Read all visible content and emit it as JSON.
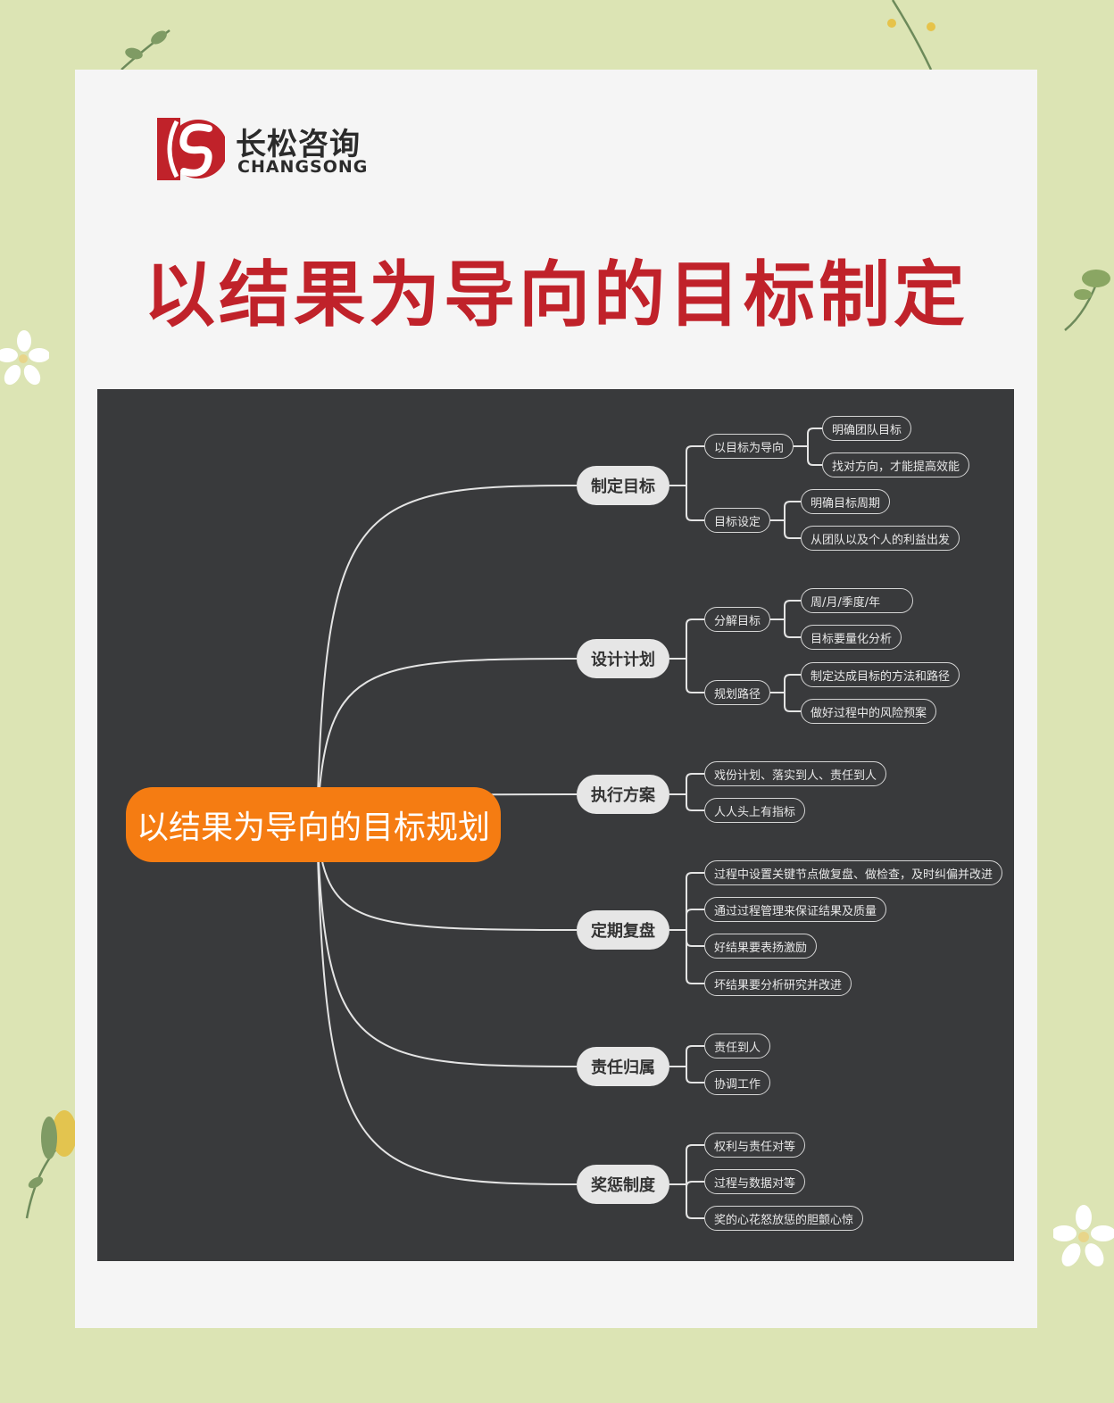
{
  "brand": {
    "name_cn": "长松咨询",
    "name_en": "CHANGSONG",
    "colors": {
      "red": "#c0222a",
      "orange": "#f57c12",
      "panel": "#393a3c",
      "background": "#dce4b4"
    }
  },
  "title": "以结果为导向的目标制定",
  "mindmap": {
    "root": "以结果为导向的目标规划",
    "branches": [
      {
        "label": "制定目标",
        "children": [
          {
            "label": "以目标为导向",
            "children": [
              "明确团队目标",
              "找对方向，才能提高效能"
            ]
          },
          {
            "label": "目标设定",
            "children": [
              "明确目标周期",
              "从团队以及个人的利益出发"
            ]
          }
        ]
      },
      {
        "label": "设计计划",
        "children": [
          {
            "label": "分解目标",
            "children": [
              "周/月/季度/年",
              "目标要量化分析"
            ]
          },
          {
            "label": "规划路径",
            "children": [
              "制定达成目标的方法和路径",
              "做好过程中的风险预案"
            ]
          }
        ]
      },
      {
        "label": "执行方案",
        "children": [
          {
            "label": "戏份计划、落实到人、责任到人"
          },
          {
            "label": "人人头上有指标"
          }
        ]
      },
      {
        "label": "定期复盘",
        "children": [
          {
            "label": "过程中设置关键节点做复盘、做检查，及时纠偏并改进"
          },
          {
            "label": "通过过程管理来保证结果及质量"
          },
          {
            "label": "好结果要表扬激励"
          },
          {
            "label": "坏结果要分析研究并改进"
          }
        ]
      },
      {
        "label": "责任归属",
        "children": [
          {
            "label": "责任到人"
          },
          {
            "label": "协调工作"
          }
        ]
      },
      {
        "label": "奖惩制度",
        "children": [
          {
            "label": "权利与责任对等"
          },
          {
            "label": "过程与数据对等"
          },
          {
            "label": "奖的心花怒放惩的胆颤心惊"
          }
        ]
      }
    ]
  }
}
